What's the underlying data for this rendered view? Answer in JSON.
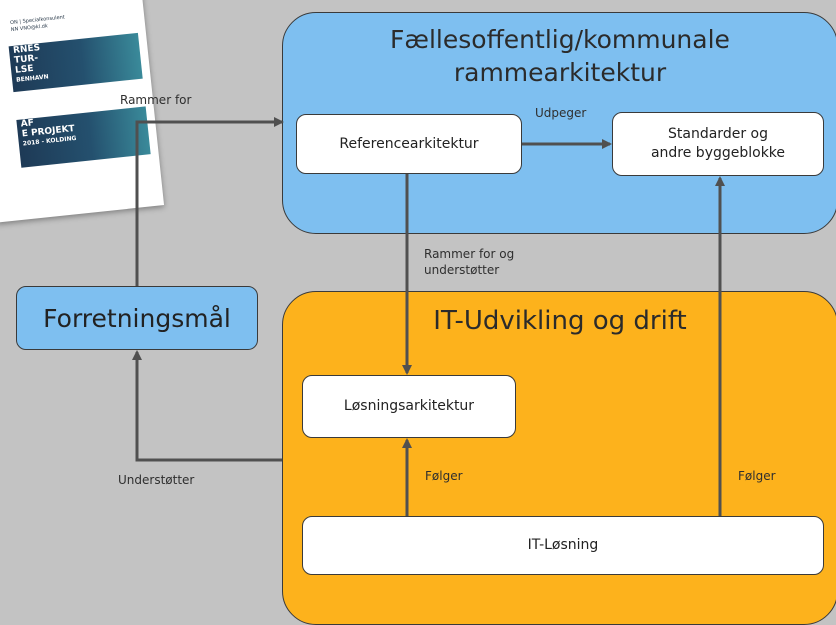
{
  "document_thumbnail": {
    "lines": [
      "ON | Specialkonsulent",
      "NN VNO@kl.dk"
    ],
    "banner1": [
      "RNES",
      "TUR-",
      "LSE",
      "BENHAVN"
    ],
    "banner2": [
      "AF",
      "E PROJEKT",
      "2018 - KOLDING"
    ]
  },
  "containers": {
    "top_title": "Fællesoffentlig/kommunale rammearkitektur",
    "bottom_title": "IT-Udvikling og drift"
  },
  "boxes": {
    "referencearkitektur": "Referencearkitektur",
    "standarder_line1": "Standarder og",
    "standarder_line2": "andre byggeblokke",
    "losningsarkitektur": "Løsningsarkitektur",
    "it_losning": "IT-Løsning",
    "forretningsmal": "Forretningsmål"
  },
  "labels": {
    "rammer_for": "Rammer for",
    "udpeger": "Udpeger",
    "rammer_for_og_line1": "Rammer for og",
    "rammer_for_og_line2": "understøtter",
    "understotter": "Understøtter",
    "folger_left": "Følger",
    "folger_right": "Følger"
  },
  "colors": {
    "background": "#c3c3c3",
    "blue_container": "#7ebff0",
    "orange_container": "#fdb21c",
    "arrow": "#505050"
  }
}
